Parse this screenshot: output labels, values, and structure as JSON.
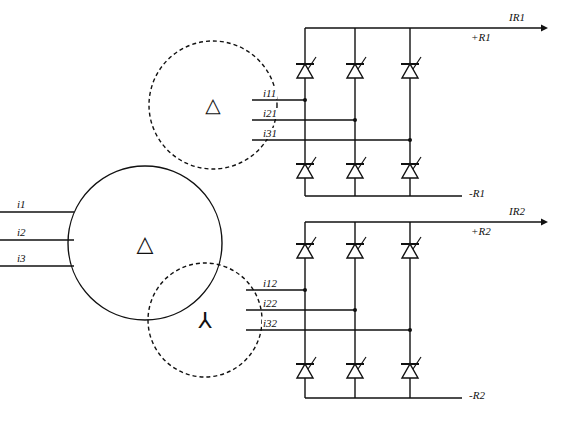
{
  "diagram": {
    "nodes": [
      {
        "text": [
          "△"
        ]
      },
      {
        "text": [
          "△"
        ]
      },
      {
        "text": [
          "⅄"
        ]
      }
    ],
    "labels": [
      "i1",
      "i2",
      "i3",
      "i11",
      "i21",
      "i31",
      "i12",
      "i22",
      "i32",
      "+R1",
      "IR1",
      "-R1",
      "+R2",
      "IR2",
      "-R2"
    ]
  }
}
